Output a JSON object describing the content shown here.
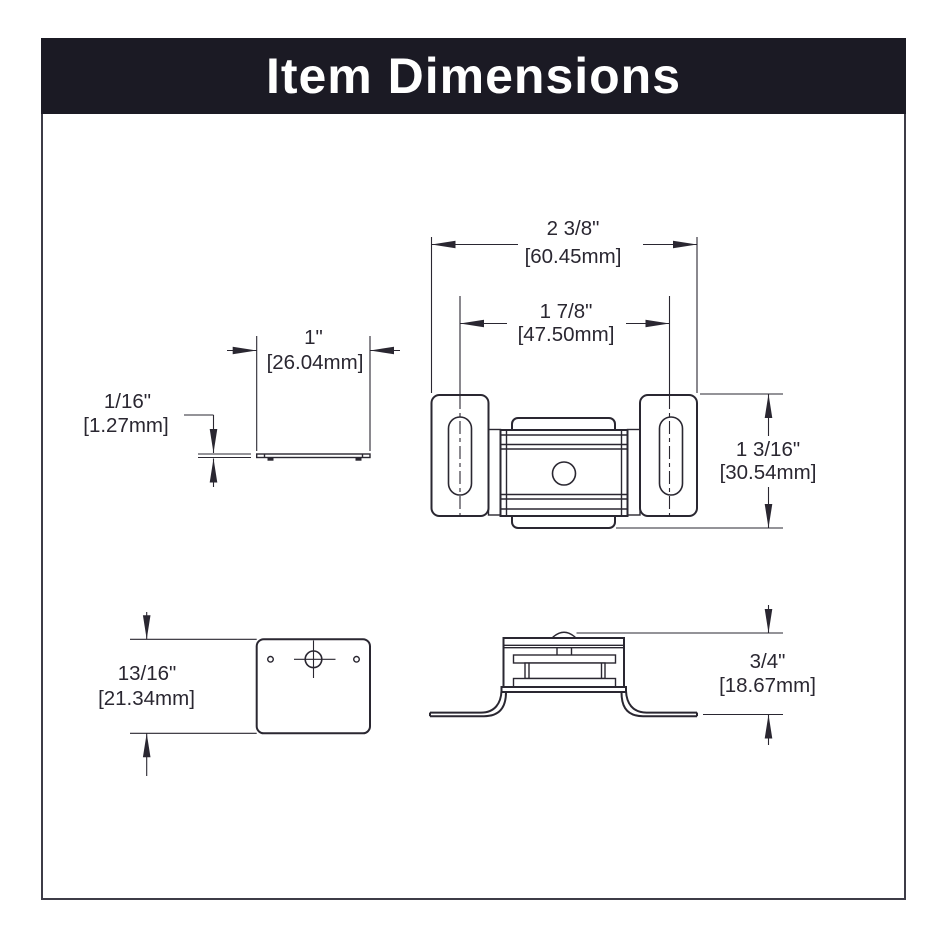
{
  "header": {
    "title": "Item Dimensions"
  },
  "colors": {
    "header_bg": "#1b1a24",
    "title_text": "#ffffff",
    "line": "#2a2731",
    "canvas_bg": "#ffffff"
  },
  "dimensions": {
    "overall_width": {
      "inches": "2 3/8\"",
      "mm": "[60.45mm]"
    },
    "slot_spacing": {
      "inches": "1 7/8\"",
      "mm": "[47.50mm]"
    },
    "catch_depth": {
      "inches": "1 3/16\"",
      "mm": "[30.54mm]"
    },
    "plate_width": {
      "inches": "1\"",
      "mm": "[26.04mm]"
    },
    "plate_thickness": {
      "inches": "1/16\"",
      "mm": "[1.27mm]"
    },
    "plate_depth": {
      "inches": "13/16\"",
      "mm": "[21.34mm]"
    },
    "catch_height": {
      "inches": "3/4\"",
      "mm": "[18.67mm]"
    }
  }
}
